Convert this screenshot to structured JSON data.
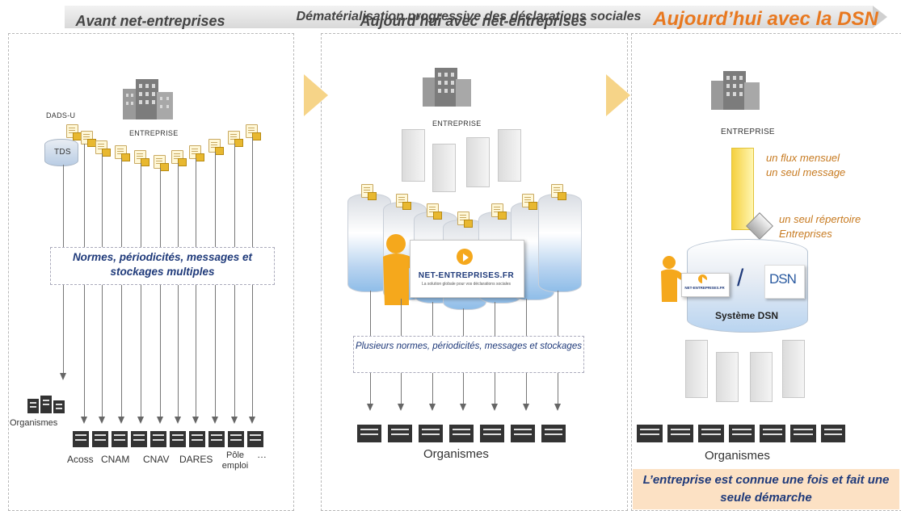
{
  "banner": {
    "title": "Dématérialisation progressive des déclarations sociales"
  },
  "panel1": {
    "title": "Avant net-entreprises",
    "enterprise_label": "ENTREPRISE",
    "dads_label": "DADS-U",
    "tds_label": "TDS",
    "box_text": "Normes, périodicités, messages et stockages multiples",
    "organisms_label": "Organismes",
    "recipients": [
      "Acoss",
      "CNAM",
      "CNAV",
      "DARES",
      "Pôle emploi",
      "…"
    ]
  },
  "panel2": {
    "title": "Aujourd’hui avec net-entreprises",
    "enterprise_label": "ENTREPRISE",
    "logo_text": "NET-ENTREPRISES.FR",
    "logo_tagline": "La solution globale pour vos déclarations sociales",
    "box_text": "Plusieurs normes, périodicités, messages et stockages",
    "organisms_label": "Organismes"
  },
  "panel3": {
    "title": "Aujourd’hui avec la DSN",
    "enterprise_label": "ENTREPRISE",
    "flux_text_1": "un flux mensuel",
    "flux_text_2": "un seul message",
    "repertoire_1": "un seul répertoire",
    "repertoire_2": "Entreprises",
    "logo_text": "NET-ENTREPRISES.FR",
    "slash": "/",
    "dsn_logo": "DSN",
    "system_label": "Système DSN",
    "organisms_label": "Organismes",
    "conclusion": "L’entreprise est connue une fois et fait une seule démarche"
  },
  "colors": {
    "orange": "#e8781f",
    "navy": "#1f3a7a",
    "chevron": "#f6d488",
    "conclusion_bg": "#fce1c4"
  }
}
